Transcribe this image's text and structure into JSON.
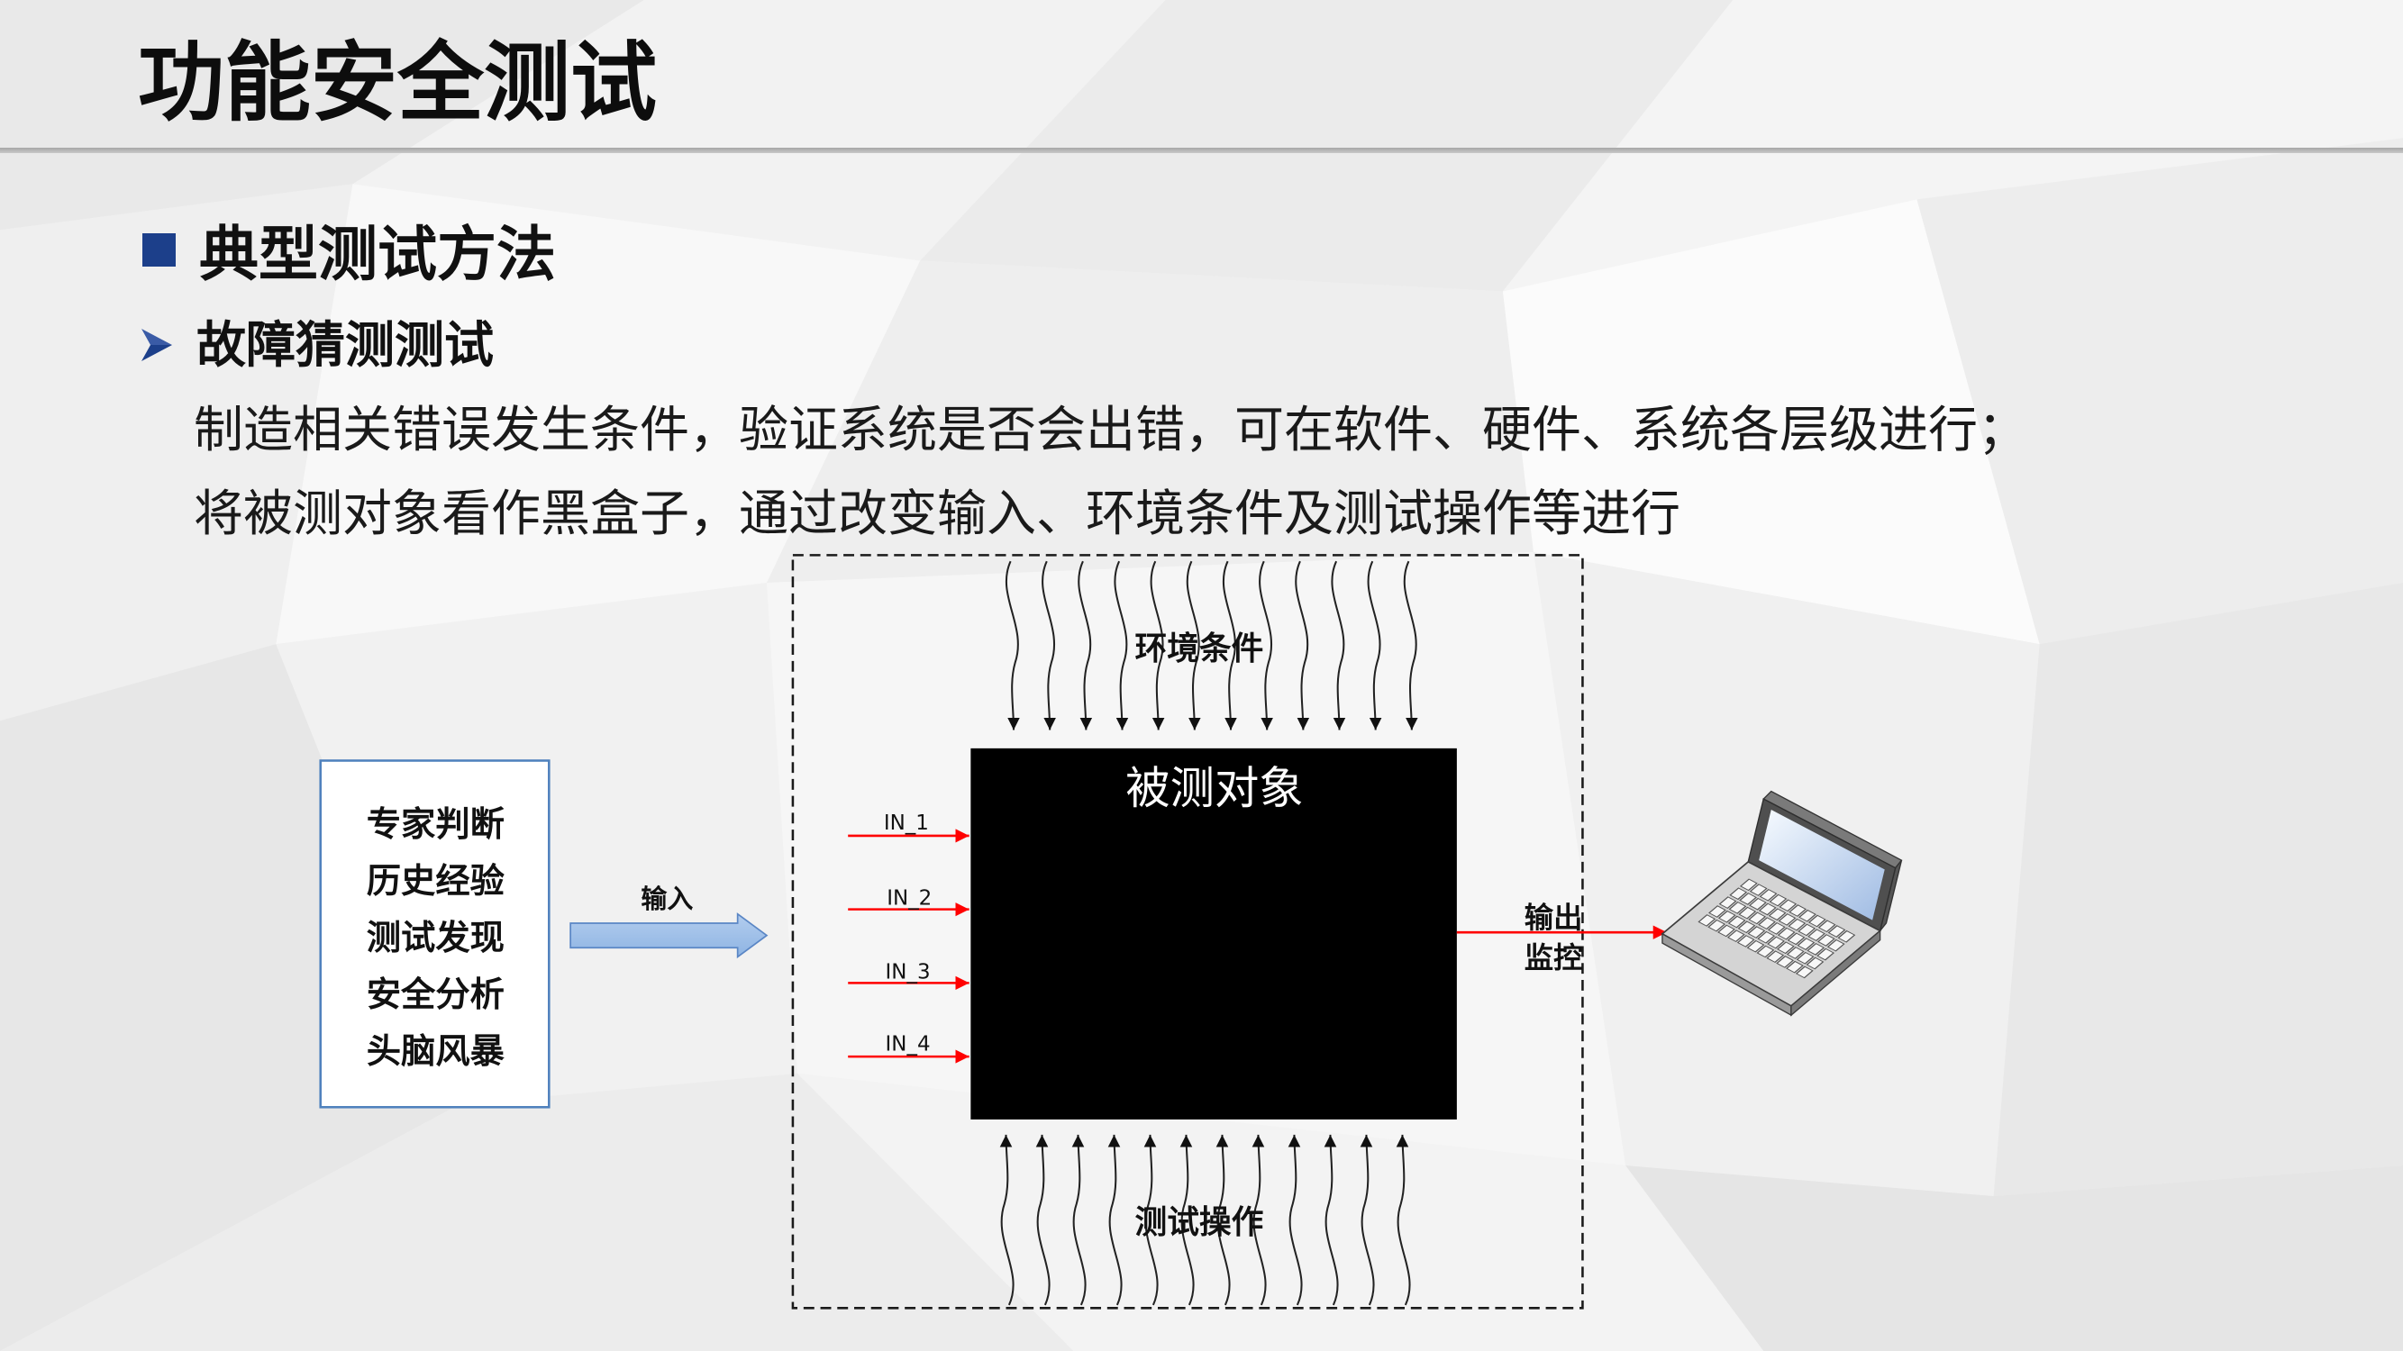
{
  "slide": {
    "title": "功能安全测试",
    "section_heading": "典型测试方法",
    "subsection_heading": "故障猜测测试",
    "body_lines": [
      "制造相关错误发生条件，验证系统是否会出错，可在软件、硬件、系统各层级进行；",
      "将被测对象看作黑盒子，通过改变输入、环境条件及测试操作等进行"
    ]
  },
  "diagram": {
    "knowledge_sources": [
      "专家判断",
      "历史经验",
      "测试发现",
      "安全分析",
      "头脑风暴"
    ],
    "input_arrow_label": "输入",
    "device_under_test_label": "被测对象",
    "input_signals": [
      "IN_1",
      "IN_2",
      "IN_3",
      "IN_4"
    ],
    "environment_label": "环境条件",
    "test_operation_label": "测试操作",
    "output_labels": [
      "输出",
      "监控"
    ]
  },
  "icons": {
    "section_bullet": "square-bullet-icon",
    "subsection_bullet": "arrowhead-bullet-icon",
    "monitor": "laptop-icon",
    "environment_arrows": "wavy-arrow-icon",
    "test_operation_arrows": "wavy-arrow-icon"
  },
  "colors": {
    "accent": "#1c3f8a",
    "title_rule": "#a6a6a6",
    "signal_red": "#ff0000",
    "device_box": "#000000",
    "source_box_border": "#4f81bd",
    "input_arrow_fill": "#8eb4e3"
  }
}
